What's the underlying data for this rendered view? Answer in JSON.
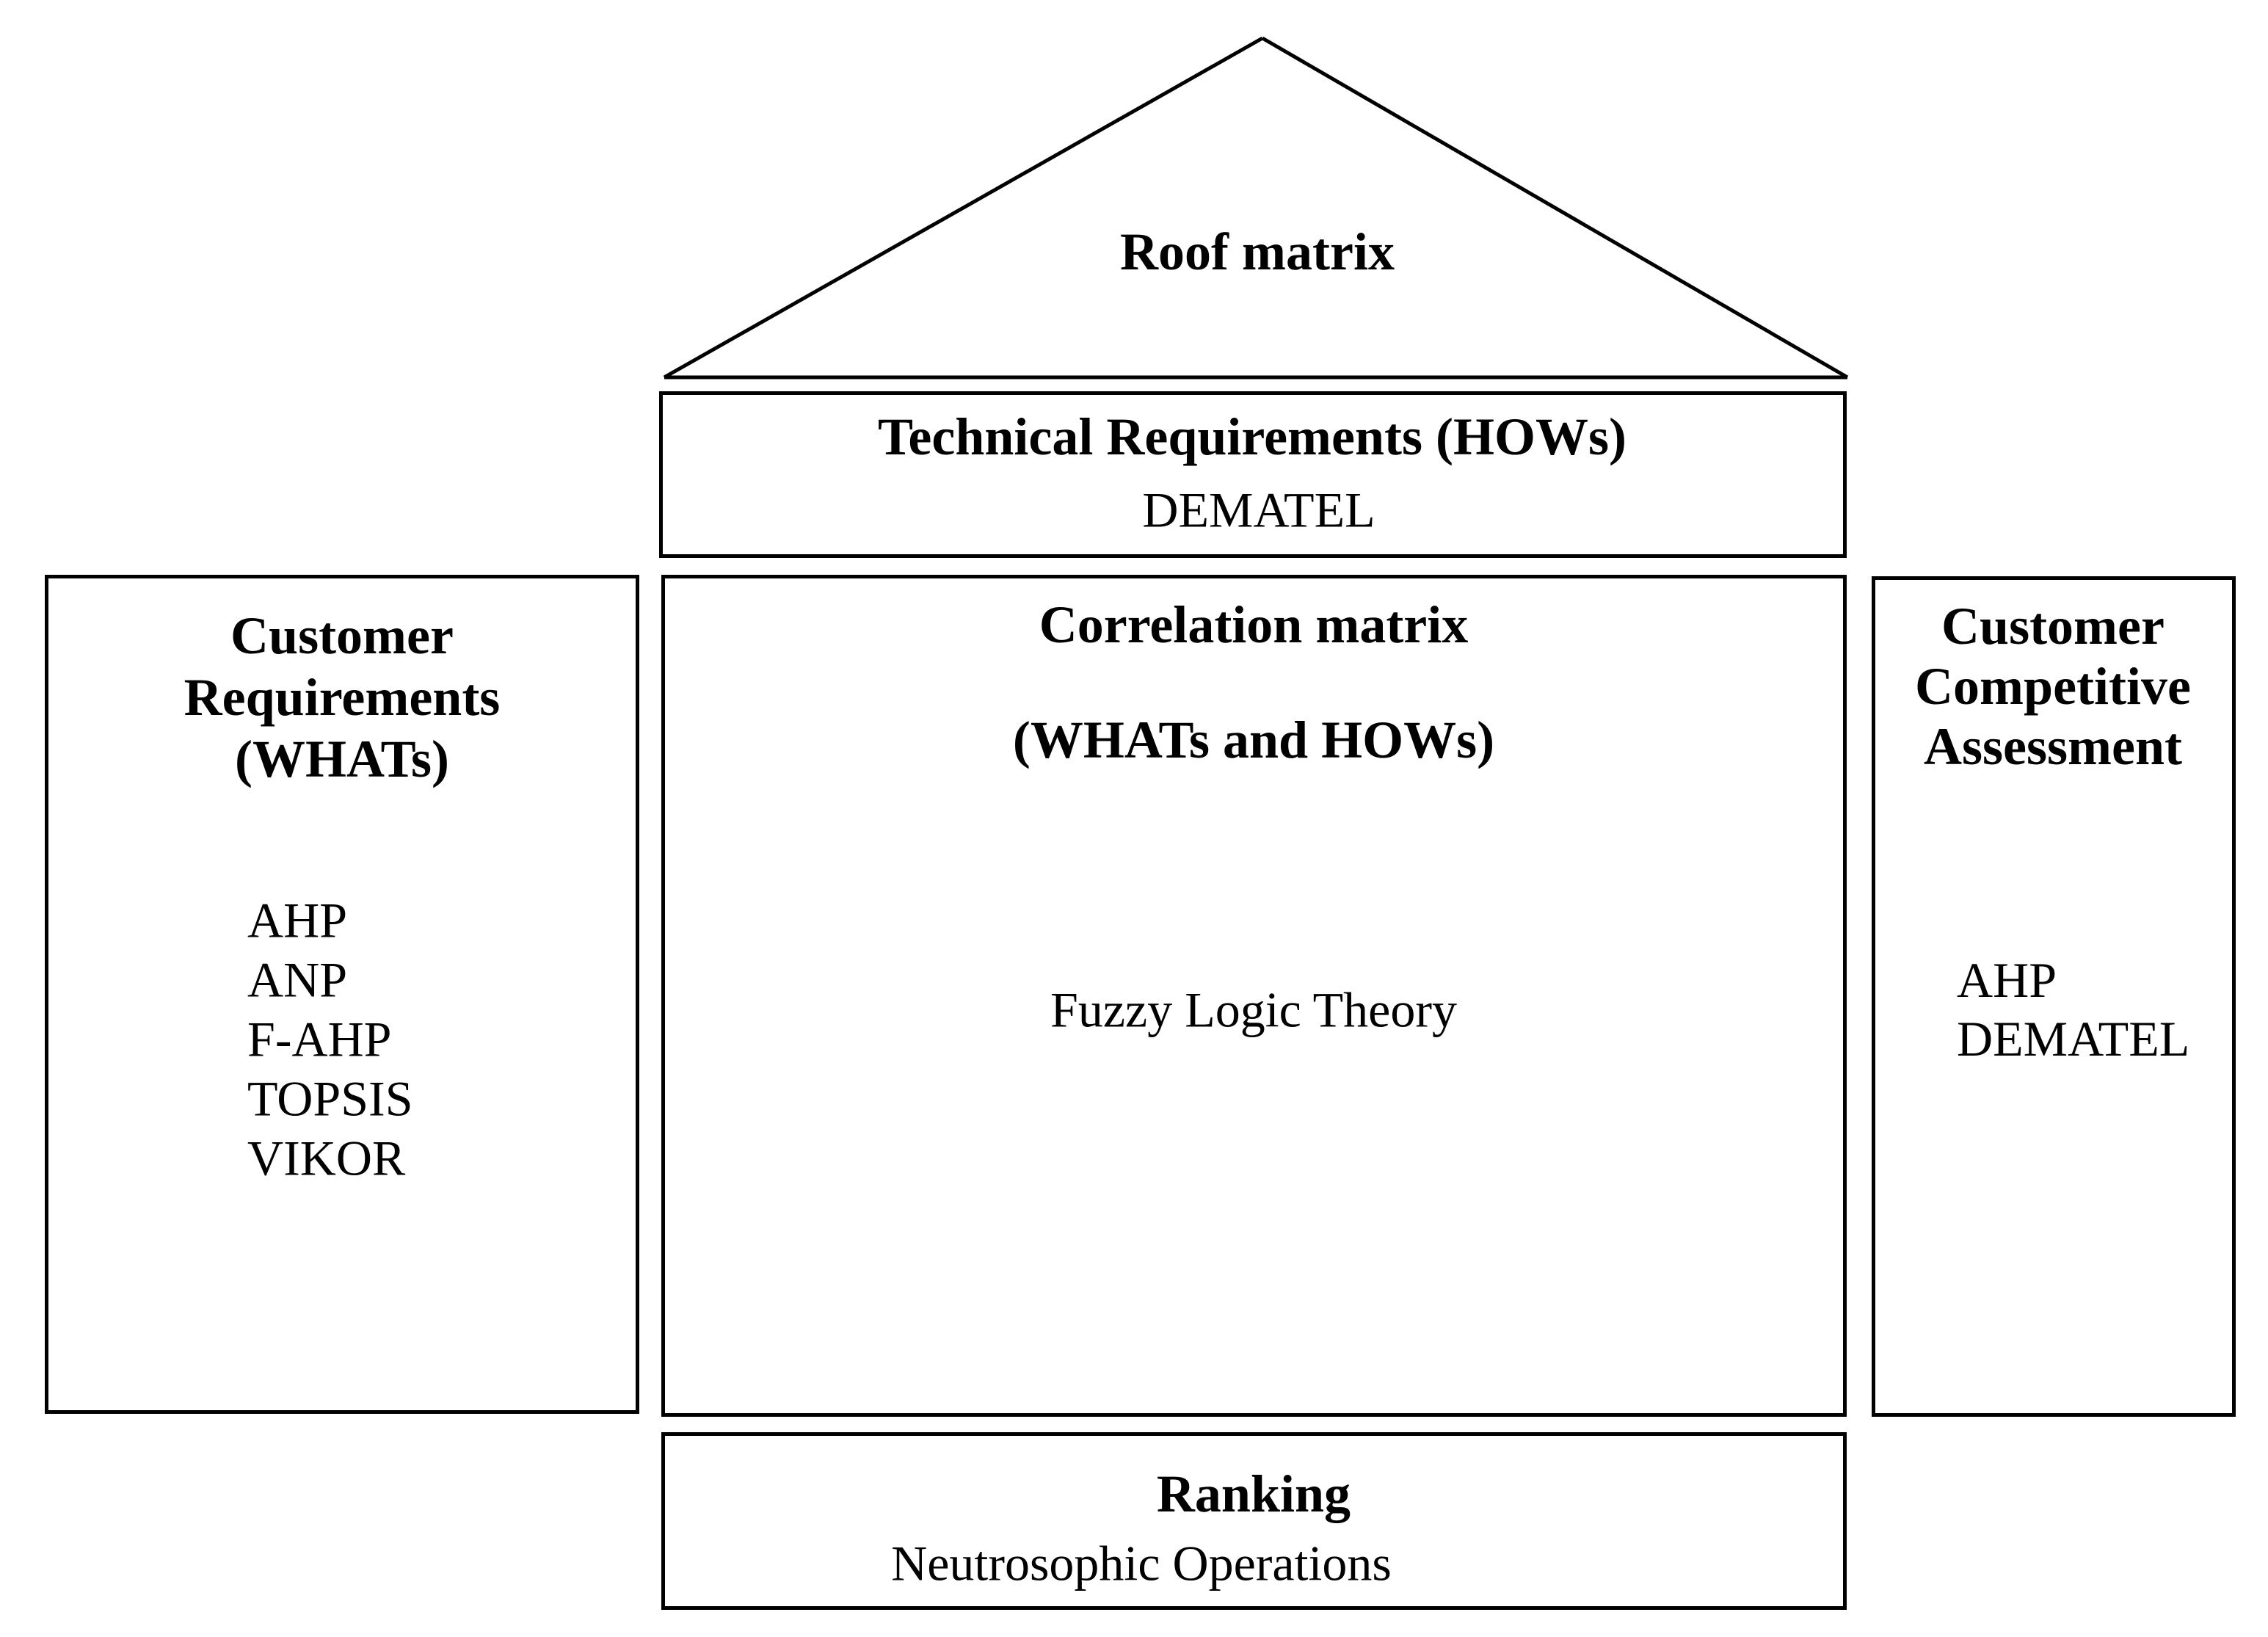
{
  "colors": {
    "background": "#ffffff",
    "line": "#000000",
    "text": "#000000"
  },
  "diagram": {
    "roof": {
      "label": "Roof matrix"
    },
    "technical": {
      "title": "Technical Requirements (HOWs)",
      "method": "DEMATEL"
    },
    "customer_requirements": {
      "title_lines": [
        "Customer",
        "Requirements",
        "(WHATs)"
      ],
      "methods": [
        "AHP",
        "ANP",
        "F-AHP",
        "TOPSIS",
        "VIKOR"
      ]
    },
    "correlation": {
      "title": "Correlation matrix",
      "subtitle": "(WHATs and HOWs)",
      "method": "Fuzzy Logic Theory"
    },
    "competitive_assessment": {
      "title_lines": [
        "Customer",
        "Competitive",
        "Assessment"
      ],
      "methods": [
        "AHP",
        "DEMATEL"
      ]
    },
    "ranking": {
      "title": "Ranking",
      "method": "Neutrosophic Operations"
    }
  }
}
